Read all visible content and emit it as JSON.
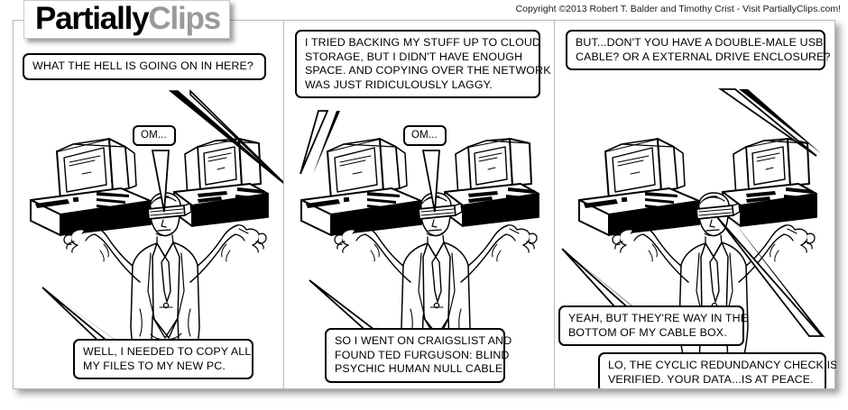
{
  "header": {
    "logo_primary": "Partially",
    "logo_secondary": "Clips",
    "copyright": "Copyright ©2013 Robert T. Balder and Timothy Crist - Visit PartiallyClips.com!"
  },
  "panels": [
    {
      "id": "panel-1",
      "balloons": [
        {
          "name": "panel1-top-balloon",
          "lines": [
            "WHAT THE HELL IS GOING ON IN HERE?"
          ]
        },
        {
          "name": "panel1-om-balloon",
          "lines": [
            "OM..."
          ]
        },
        {
          "name": "panel1-bottom-balloon",
          "lines": [
            "WELL, I NEEDED TO COPY ALL",
            "MY FILES TO MY NEW PC."
          ]
        }
      ]
    },
    {
      "id": "panel-2",
      "balloons": [
        {
          "name": "panel2-top-balloon",
          "lines": [
            "I TRIED BACKING MY STUFF UP TO CLOUD",
            "STORAGE, BUT I DIDN'T HAVE ENOUGH",
            "SPACE.  AND COPYING OVER THE NETWORK",
            "WAS JUST RIDICULOUSLY LAGGY."
          ]
        },
        {
          "name": "panel2-om-balloon",
          "lines": [
            "OM..."
          ]
        },
        {
          "name": "panel2-bottom-balloon",
          "lines": [
            "SO I WENT ON CRAIGSLIST AND",
            "FOUND TED FURGUSON: BLIND",
            "PSYCHIC HUMAN NULL CABLE."
          ]
        }
      ]
    },
    {
      "id": "panel-3",
      "balloons": [
        {
          "name": "panel3-top-balloon",
          "lines": [
            "BUT...DON'T YOU HAVE A DOUBLE-MALE USB",
            "CABLE?  OR A EXTERNAL DRIVE ENCLOSURE?"
          ]
        },
        {
          "name": "panel3-mid-balloon",
          "lines": [
            "YEAH, BUT THEY'RE WAY IN THE",
            "BOTTOM OF MY CABLE BOX."
          ]
        },
        {
          "name": "panel3-bottom-balloon",
          "lines": [
            "LO, THE CYCLIC REDUNDANCY CHECK IS",
            "VERIFIED.  YOUR DATA...IS AT PEACE."
          ]
        }
      ]
    }
  ],
  "artwork": {
    "character": "blindfolded-man-in-suit-holding-two-computers",
    "left_prop": "desktop-computer-with-crt-monitor",
    "right_prop": "desktop-computer-with-crt-monitor"
  },
  "colors": {
    "ink": "#000000",
    "logo_gray": "#9a9a9a",
    "frame_gray": "#b9b9b9",
    "paper": "#ffffff"
  }
}
